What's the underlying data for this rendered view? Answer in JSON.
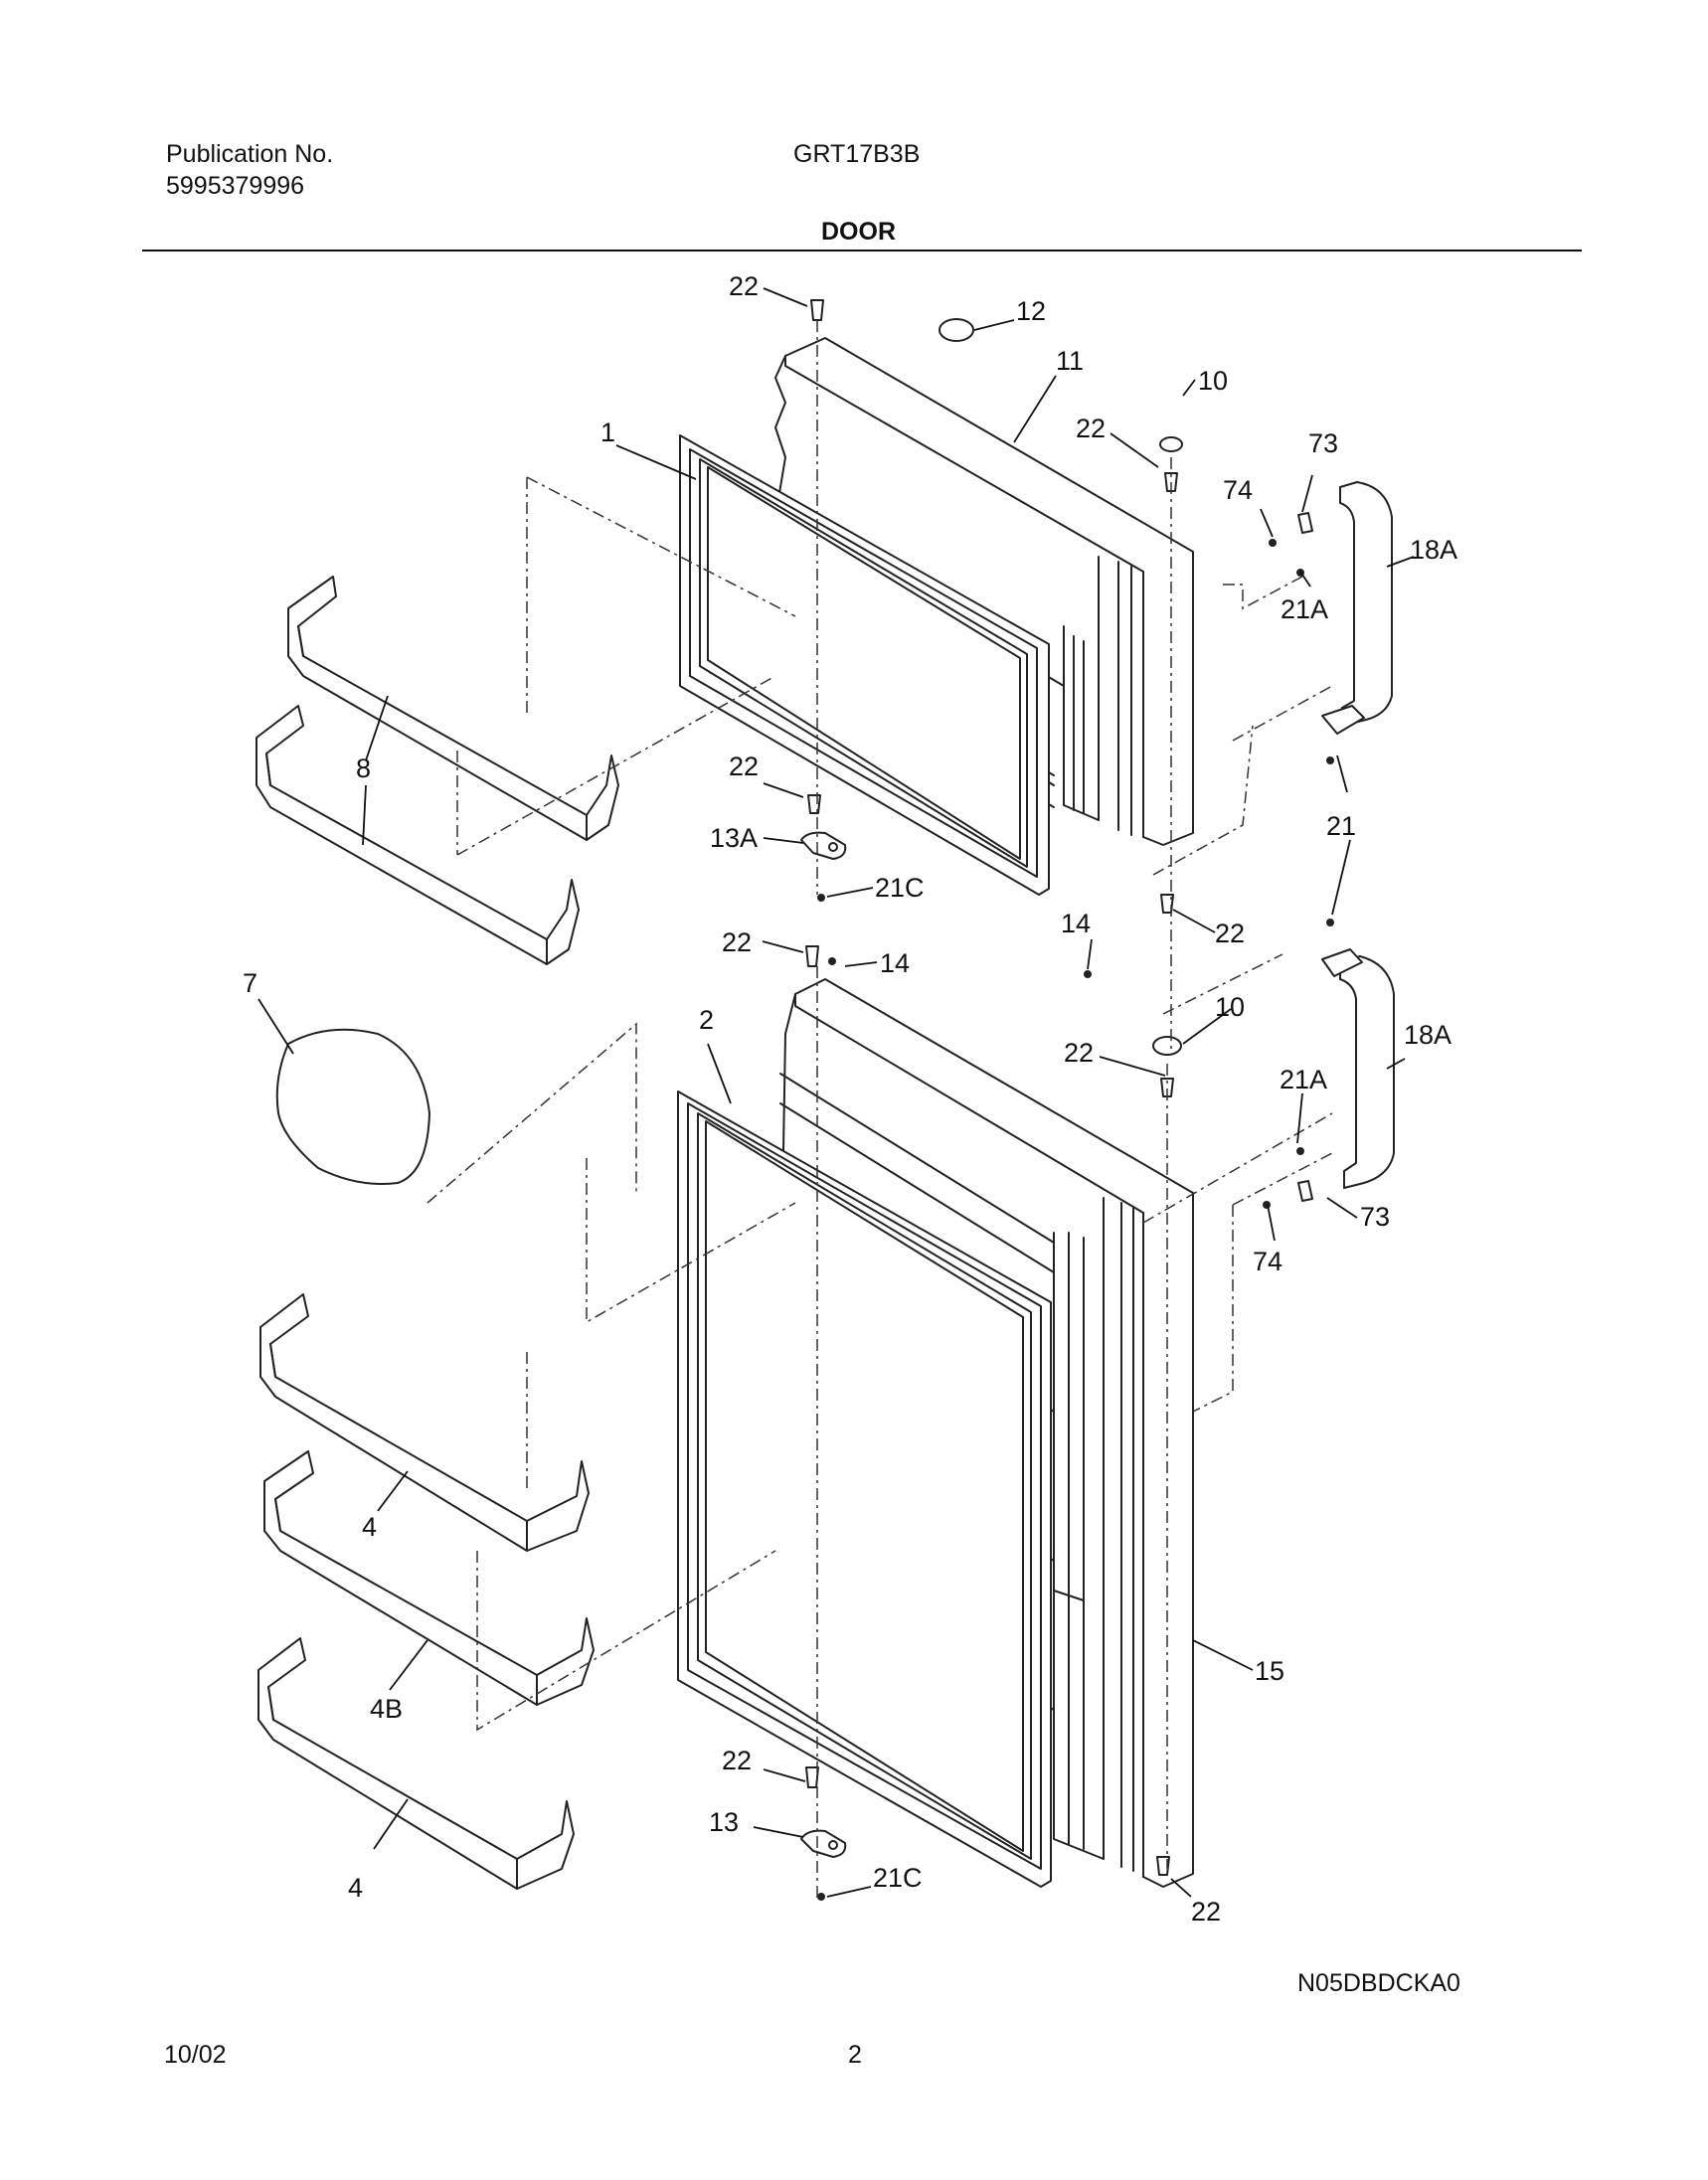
{
  "header": {
    "publication_label": "Publication No.",
    "publication_number": "5995379996",
    "model": "GRT17B3B",
    "section_title": "DOOR"
  },
  "footer": {
    "drawing_code": "N05DBDCKA0",
    "date": "10/02",
    "page_number": "2"
  },
  "callouts": {
    "p1": "1",
    "p2": "2",
    "p4a": "4",
    "p4b": "4",
    "p4B": "4B",
    "p7": "7",
    "p8": "8",
    "p10a": "10",
    "p10b": "10",
    "p11": "11",
    "p12": "12",
    "p13": "13",
    "p13A": "13A",
    "p14a": "14",
    "p14b": "14",
    "p15": "15",
    "p18Aa": "18A",
    "p18Ab": "18A",
    "p21": "21",
    "p21Aa": "21A",
    "p21Ab": "21A",
    "p21Ca": "21C",
    "p21Cb": "21C",
    "p22a": "22",
    "p22b": "22",
    "p22c": "22",
    "p22d": "22",
    "p22e": "22",
    "p22f": "22",
    "p22g": "22",
    "p22h": "22",
    "p73a": "73",
    "p73b": "73",
    "p74a": "74",
    "p74b": "74"
  }
}
